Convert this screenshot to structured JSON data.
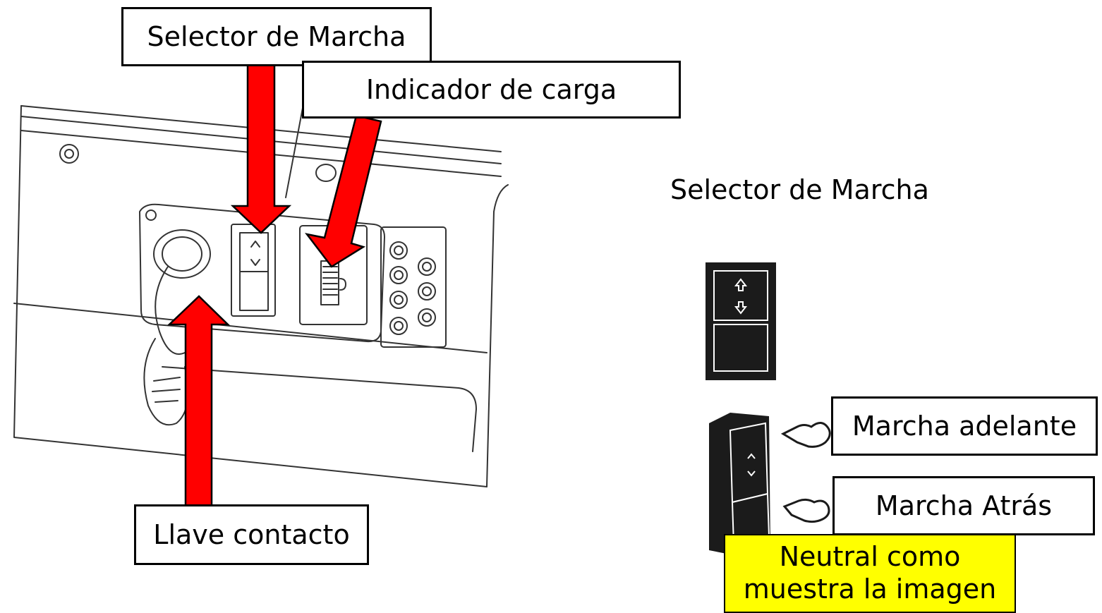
{
  "labels": {
    "selector_top": "Selector de Marcha",
    "charge_indicator": "Indicador de carga",
    "ignition_key": "Llave contacto",
    "selector_right": "Selector de Marcha",
    "forward": "Marcha adelante",
    "reverse": "Marcha Atrás",
    "neutral_line1": "Neutral como",
    "neutral_line2": "muestra la imagen"
  },
  "colors": {
    "arrow": "#ff0000",
    "highlight_box": "#ffff00",
    "line_art": "#222222"
  },
  "icons": [
    "ignition-key-icon",
    "up-down-arrow-icon",
    "pointer-hand-icon"
  ]
}
